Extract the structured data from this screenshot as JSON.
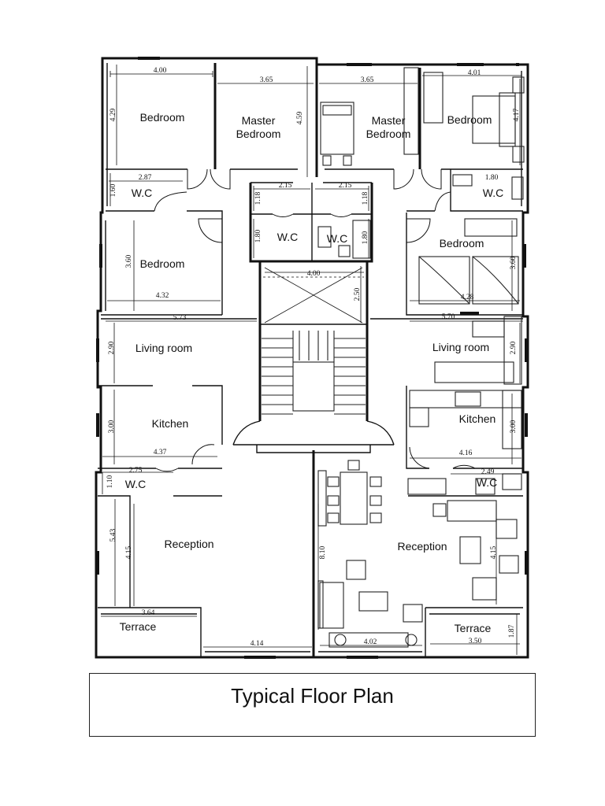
{
  "title": "Typical Floor Plan",
  "rooms": {
    "bedroom_tl": "Bedroom",
    "master_l": "Master\nBedroom",
    "master_r": "Master\nBedroom",
    "bedroom_tr": "Bedroom",
    "wc_tl": "W.C",
    "wc_cl": "W.C",
    "wc_cr": "W.C",
    "wc_tr": "W.C",
    "bedroom_ml": "Bedroom",
    "bedroom_mr": "Bedroom",
    "living_l": "Living room",
    "living_r": "Living room",
    "kitchen_l": "Kitchen",
    "kitchen_r": "Kitchen",
    "wc_bl": "W.C",
    "wc_br": "W.C",
    "reception_l": "Reception",
    "reception_r": "Reception",
    "terrace_l": "Terrace",
    "terrace_r": "Terrace"
  },
  "dimensions": {
    "d400a": "4.00",
    "d365a": "3.65",
    "d365b": "3.65",
    "d401": "4.01",
    "d429": "4.29",
    "d459": "4.59",
    "d417": "4.17",
    "d287": "2.87",
    "d160": "1.60",
    "d215a": "2.15",
    "d215b": "2.15",
    "d118a": "1.18",
    "d118b": "1.18",
    "d180a": "1.80",
    "d180b": "1.80",
    "d180c": "1.80",
    "d360a": "3.60",
    "d432": "4.32",
    "d400b": "4.00",
    "d250": "2.50",
    "d360b": "3.60",
    "d428": "4.28",
    "d573": "5.73",
    "d290a": "2.90",
    "d570": "5.70",
    "d290b": "2.90",
    "d300a": "3.00",
    "d437": "4.37",
    "d300b": "3.00",
    "d416": "4.16",
    "d275": "2.75",
    "d110": "1.10",
    "d249": "2.49",
    "d543": "5.43",
    "d415a": "4.15",
    "d810": "8.10",
    "d415b": "4.15",
    "d364": "3.64",
    "d414": "4.14",
    "d402": "4.02",
    "d350": "3.50",
    "d187": "1.87"
  }
}
